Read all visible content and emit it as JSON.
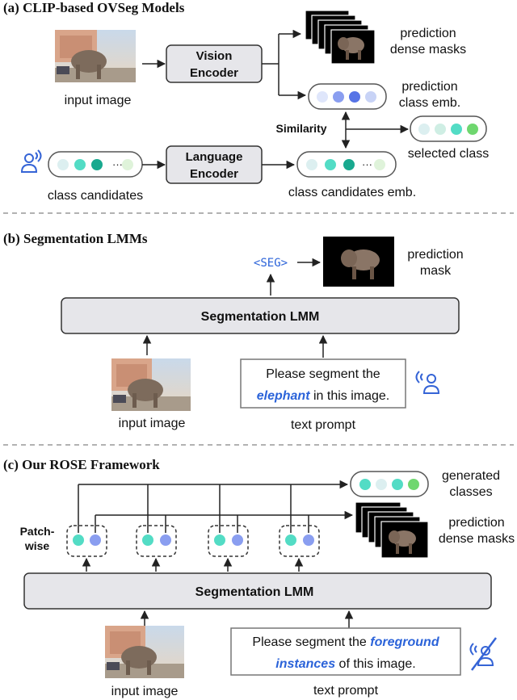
{
  "colors": {
    "dot_light": "#dceff0",
    "dot_teal": "#53dcc5",
    "dot_dark_teal": "#19a98f",
    "dot_green": "#6fd76f",
    "dot_pale_green": "#dff3da",
    "dot_blue": "#8a9ef0",
    "dot_mid_blue": "#5774e6",
    "dot_pale_blue": "#dfe6fb",
    "box_fill": "#e6e6ea",
    "accent_blue": "#2b63d9"
  },
  "panel_a": {
    "title": "(a) CLIP-based OVSeg Models",
    "input_label": "input image",
    "vision_encoder": [
      "Vision",
      "Encoder"
    ],
    "language_encoder": [
      "Language",
      "Encoder"
    ],
    "pred_masks_label": [
      "prediction",
      "dense masks"
    ],
    "pred_class_emb_label": [
      "prediction",
      "class emb."
    ],
    "similarity": "Similarity",
    "selected_class": "selected class",
    "class_candidates": "class candidates",
    "class_candidates_emb": "class candidates emb.",
    "ellipsis": "···"
  },
  "panel_b": {
    "title": "(b) Segmentation LMMs",
    "seg_token": "<SEG>",
    "pred_mask_label": [
      "prediction",
      "mask"
    ],
    "lmm_label": "Segmentation LMM",
    "input_label": "input image",
    "prompt_line1": "Please segment the",
    "prompt_emph": "elephant",
    "prompt_line2_rest": " in this image.",
    "text_prompt": "text prompt"
  },
  "panel_c": {
    "title": "(c) Our ROSE Framework",
    "generated_classes": [
      "generated",
      "classes"
    ],
    "pred_masks_label": [
      "prediction",
      "dense masks"
    ],
    "patch_wise": [
      "Patch-",
      "wise"
    ],
    "lmm_label": "Segmentation LMM",
    "input_label": "input image",
    "prompt_line1_start": "Please segment the ",
    "prompt_emph1": "foreground",
    "prompt_emph2": "instances",
    "prompt_line2_rest": " of this image.",
    "text_prompt": "text prompt"
  }
}
